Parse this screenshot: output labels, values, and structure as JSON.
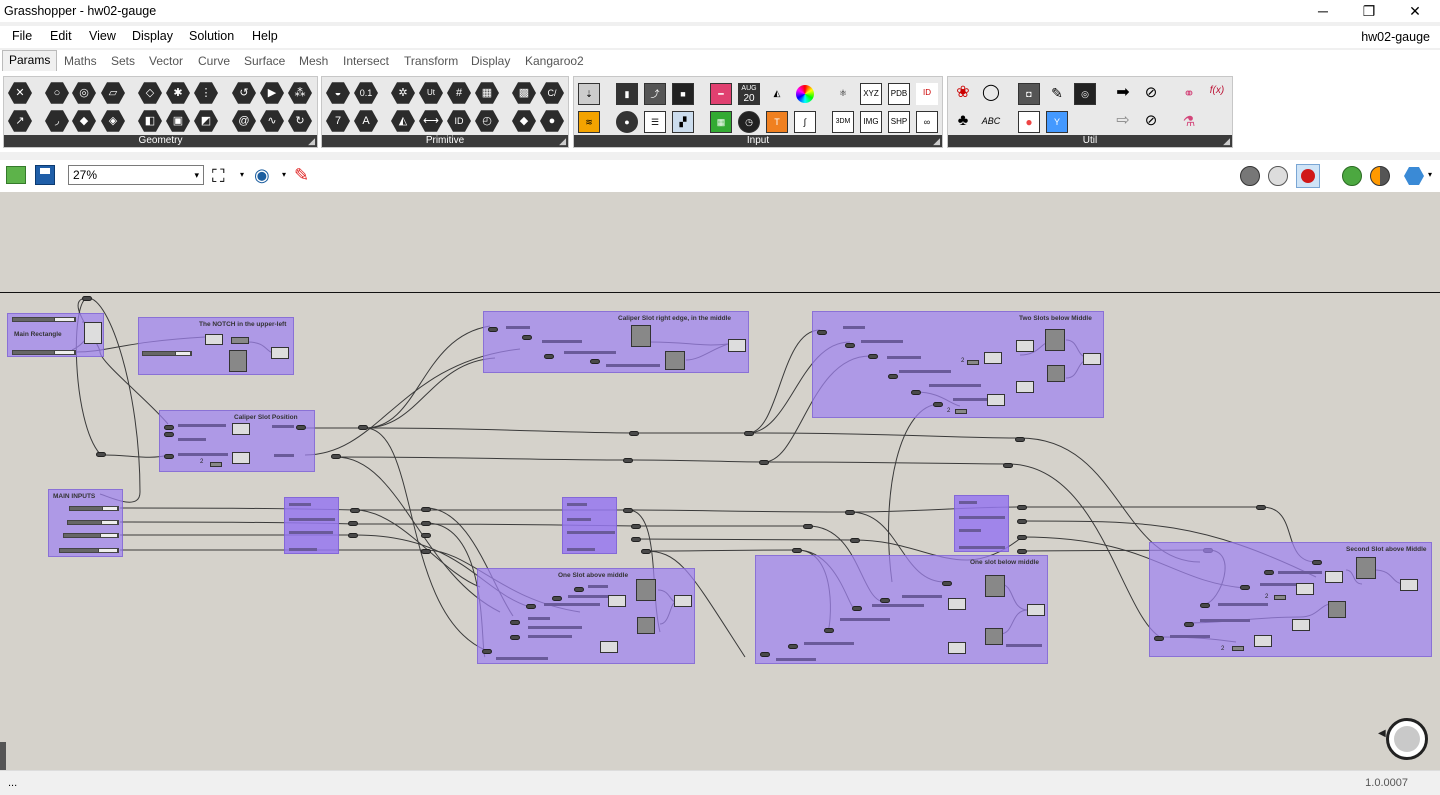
{
  "window": {
    "title": "Grasshopper - hw02-gauge",
    "minimize": "─",
    "restore": "❐",
    "close": "✕"
  },
  "menu": {
    "items": [
      "File",
      "Edit",
      "View",
      "Display",
      "Solution",
      "Help"
    ],
    "doc_name": "hw02-gauge"
  },
  "tabs": [
    "Params",
    "Maths",
    "Sets",
    "Vector",
    "Curve",
    "Surface",
    "Mesh",
    "Intersect",
    "Transform",
    "Display",
    "Kangaroo2"
  ],
  "ribbon": {
    "panels": [
      "Geometry",
      "Primitive",
      "Input",
      "Util"
    ],
    "primitive_icons": [
      "0.1",
      "Ut",
      "ID",
      "ID",
      "C/"
    ],
    "input_icons": [
      "AUG",
      "20",
      "XYZ",
      "PDB",
      "ID",
      "3DM",
      "IMG",
      "SHP",
      "REC"
    ],
    "util_icons": [
      "f(x)",
      "ABC"
    ]
  },
  "canvas_toolbar": {
    "zoom": "27%"
  },
  "groups": {
    "main_rectangle": "Main Rectangle",
    "notch": "The NOTCH in the upper-left",
    "caliper_position": "Caliper Slot Position",
    "caliper_right": "Caliper Slot right edge, in the middle",
    "two_slots": "Two Slots below Middle",
    "main_inputs": "MAIN INPUTS",
    "one_above": "One Slot above middle",
    "one_below": "One slot below middle",
    "second_above": "Second Slot above Middle"
  },
  "numbers": {
    "n1": "2",
    "n2": "2",
    "n3": "2",
    "n4": "2"
  },
  "status": {
    "left": "...",
    "version": "1.0.0007"
  }
}
